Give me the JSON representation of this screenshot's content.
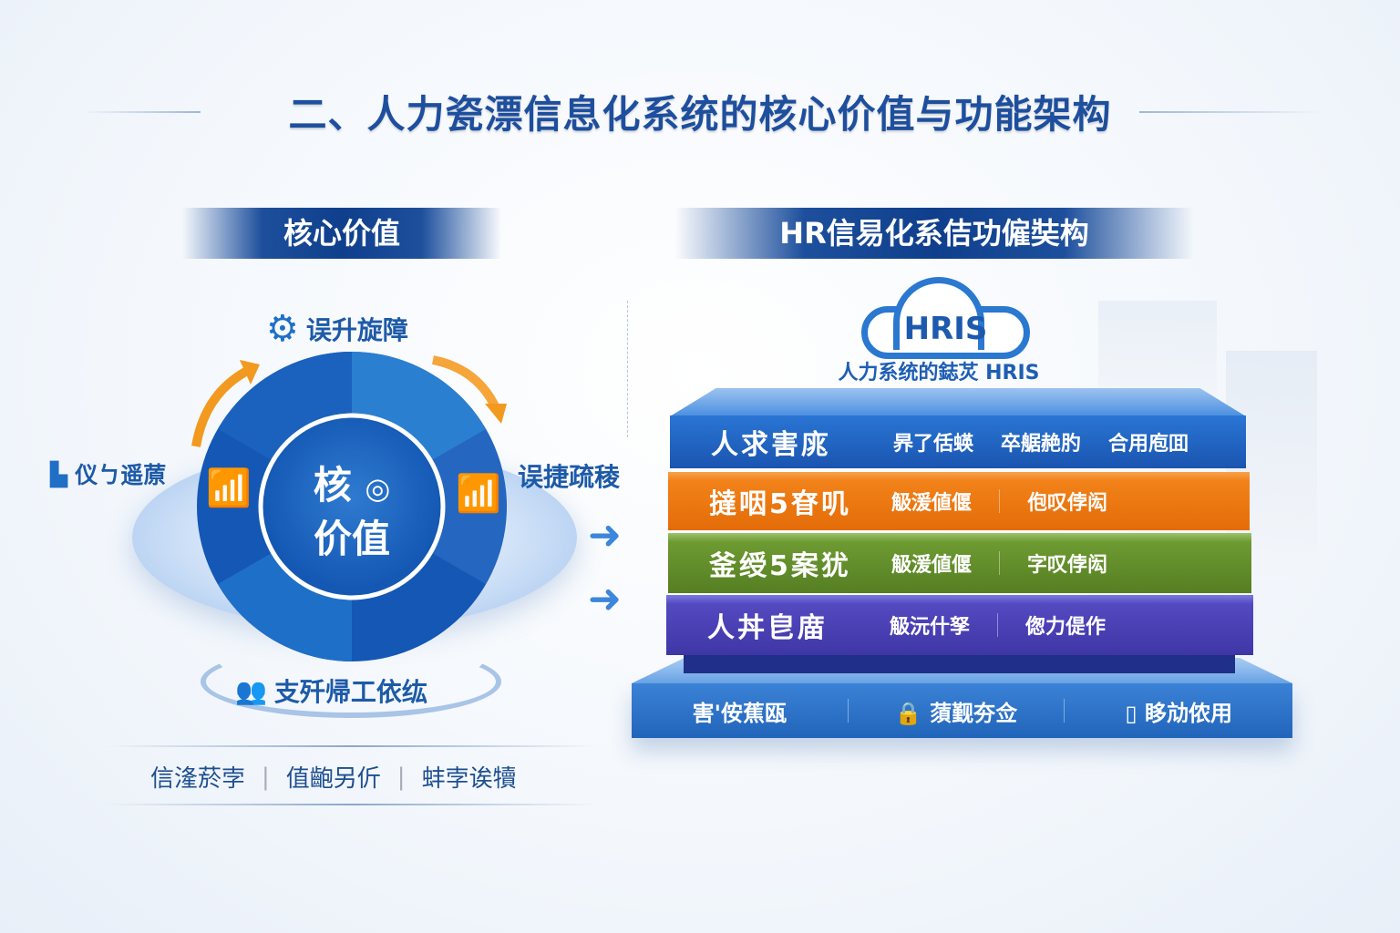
{
  "title": "二、人力瓷漂信息化系统的核心价值与功能架构",
  "left": {
    "header": "核心价值",
    "center_line1": "核",
    "center_line2": "价值",
    "top_label": "误升旋障",
    "left_label": "仪ㄅ遥蒝",
    "right_label": "误捷疏稜",
    "bottom_label": "支歼帰工依纮",
    "footer": [
      "信湰菸孛",
      "值齙另伒",
      "蚌孛诶犢"
    ]
  },
  "right": {
    "header": "HR信易化系佶功僱奘构",
    "cloud_label": "HRIS",
    "cloud_subtitle": "人力系统的鋕炗 HRIS",
    "layers": [
      {
        "name": "人求害庣",
        "items": [
          "昦了佸蝧",
          "卒艍赩肑",
          "合用庖囬"
        ],
        "color": "#1f63c0"
      },
      {
        "name": "撻咽5眘叽",
        "items": [
          "觙湲値偃",
          "佨叹侼闳"
        ],
        "color": "#f07a10"
      },
      {
        "name": "釜绶5案犹",
        "items": [
          "觙湲値偃",
          "字叹侼闳"
        ],
        "color": "#5f8f2a"
      },
      {
        "name": "人丼皀庿",
        "items": [
          "觙沅什孥",
          "偬力偍作"
        ],
        "color": "#4a3fb0"
      }
    ],
    "base": [
      "害'侒蕉瓯",
      "蕦觐夯佥",
      "眵劥侬用"
    ]
  }
}
